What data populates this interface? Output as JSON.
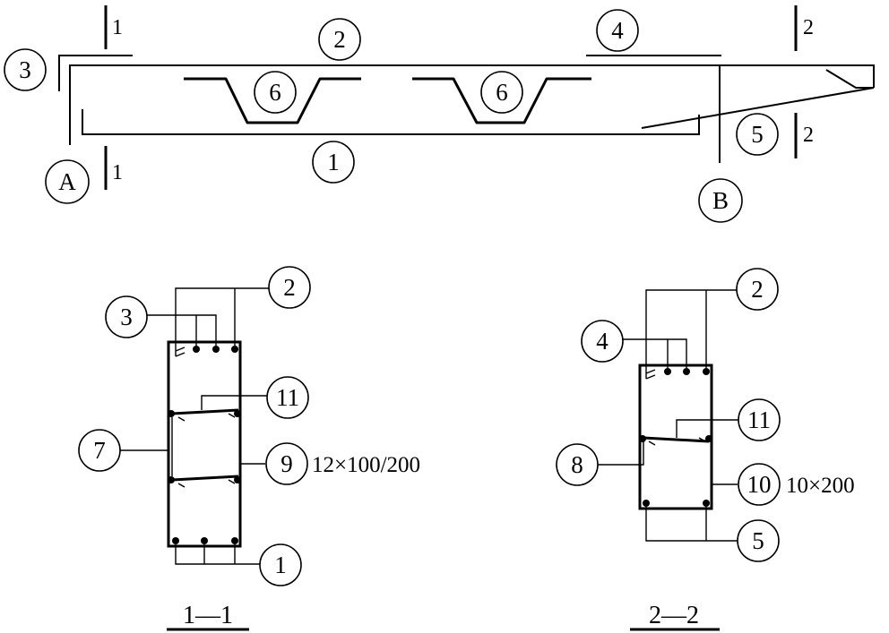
{
  "elevation": {
    "axis_a": "A",
    "axis_b": "B",
    "cut_1": "1",
    "cut_2": "2",
    "bar_marks": {
      "bottom_bar": "1",
      "top_bar": "2",
      "end_hook_bar_a": "3",
      "top_extra_bar_b": "4",
      "bottom_bar_cantilever": "5",
      "bent_bar_left": "6",
      "bent_bar_right": "6"
    }
  },
  "section_1": {
    "title": "1—1",
    "marks": {
      "top_bar": "2",
      "corner_bar": "3",
      "waist_bar": "11",
      "tie_bar": "7",
      "stirrup": "9",
      "bottom_bar": "1"
    },
    "stirrup_spec": "12×100/200"
  },
  "section_2": {
    "title": "2—2",
    "marks": {
      "top_bar": "2",
      "corner_bar": "4",
      "waist_bar": "11",
      "tie_bar": "8",
      "stirrup": "10",
      "bottom_bar": "5"
    },
    "stirrup_spec": "10×200"
  }
}
